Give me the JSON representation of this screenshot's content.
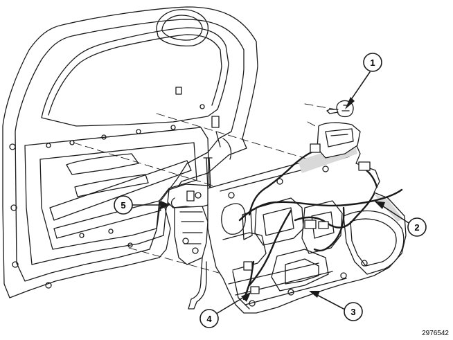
{
  "figure": {
    "number": "2976542"
  },
  "callouts": [
    {
      "id": "1",
      "label": "1",
      "part": "door-mounting-fastener"
    },
    {
      "id": "2",
      "label": "2",
      "part": "wiring-harness"
    },
    {
      "id": "3",
      "label": "3",
      "part": "door-module-carrier"
    },
    {
      "id": "4",
      "label": "4",
      "part": "harness-connector"
    },
    {
      "id": "5",
      "label": "5",
      "part": "door-latch-assembly"
    }
  ],
  "colors": {
    "line": "#1a1a1a",
    "fill": "#ffffff",
    "shade": "#d9d9d9"
  }
}
